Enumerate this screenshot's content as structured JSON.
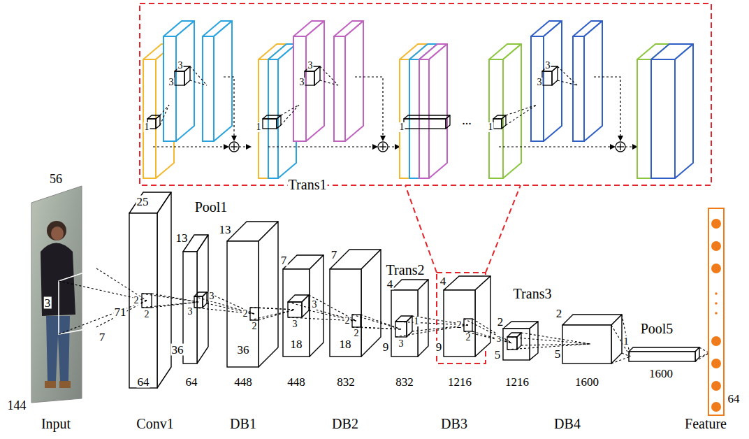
{
  "diagram": {
    "labels": [
      "1",
      "3",
      "3",
      "1",
      "3",
      "3",
      "1",
      "...",
      "1",
      "3",
      "3",
      "56",
      "25",
      "Pool1",
      "13",
      "13",
      "Trans1",
      "7",
      "7",
      "Trans2",
      "4",
      "4",
      "Trans3",
      "2",
      "2",
      "Pool5",
      "1",
      "3",
      "2",
      "2",
      "3",
      "3",
      "2",
      "2",
      "3",
      "3",
      "2",
      "2",
      "1",
      "3",
      "2",
      "2",
      "3",
      "7",
      "71",
      "36",
      "36",
      "18",
      "18",
      "9",
      "9",
      "5",
      "5",
      "144",
      "64",
      "64",
      "448",
      "448",
      "832",
      "832",
      "1216",
      "1216",
      "1600",
      "1600",
      "64",
      "Input",
      "Conv1",
      "DB1",
      "DB2",
      "DB3",
      "DB4",
      "Feature"
    ]
  }
}
